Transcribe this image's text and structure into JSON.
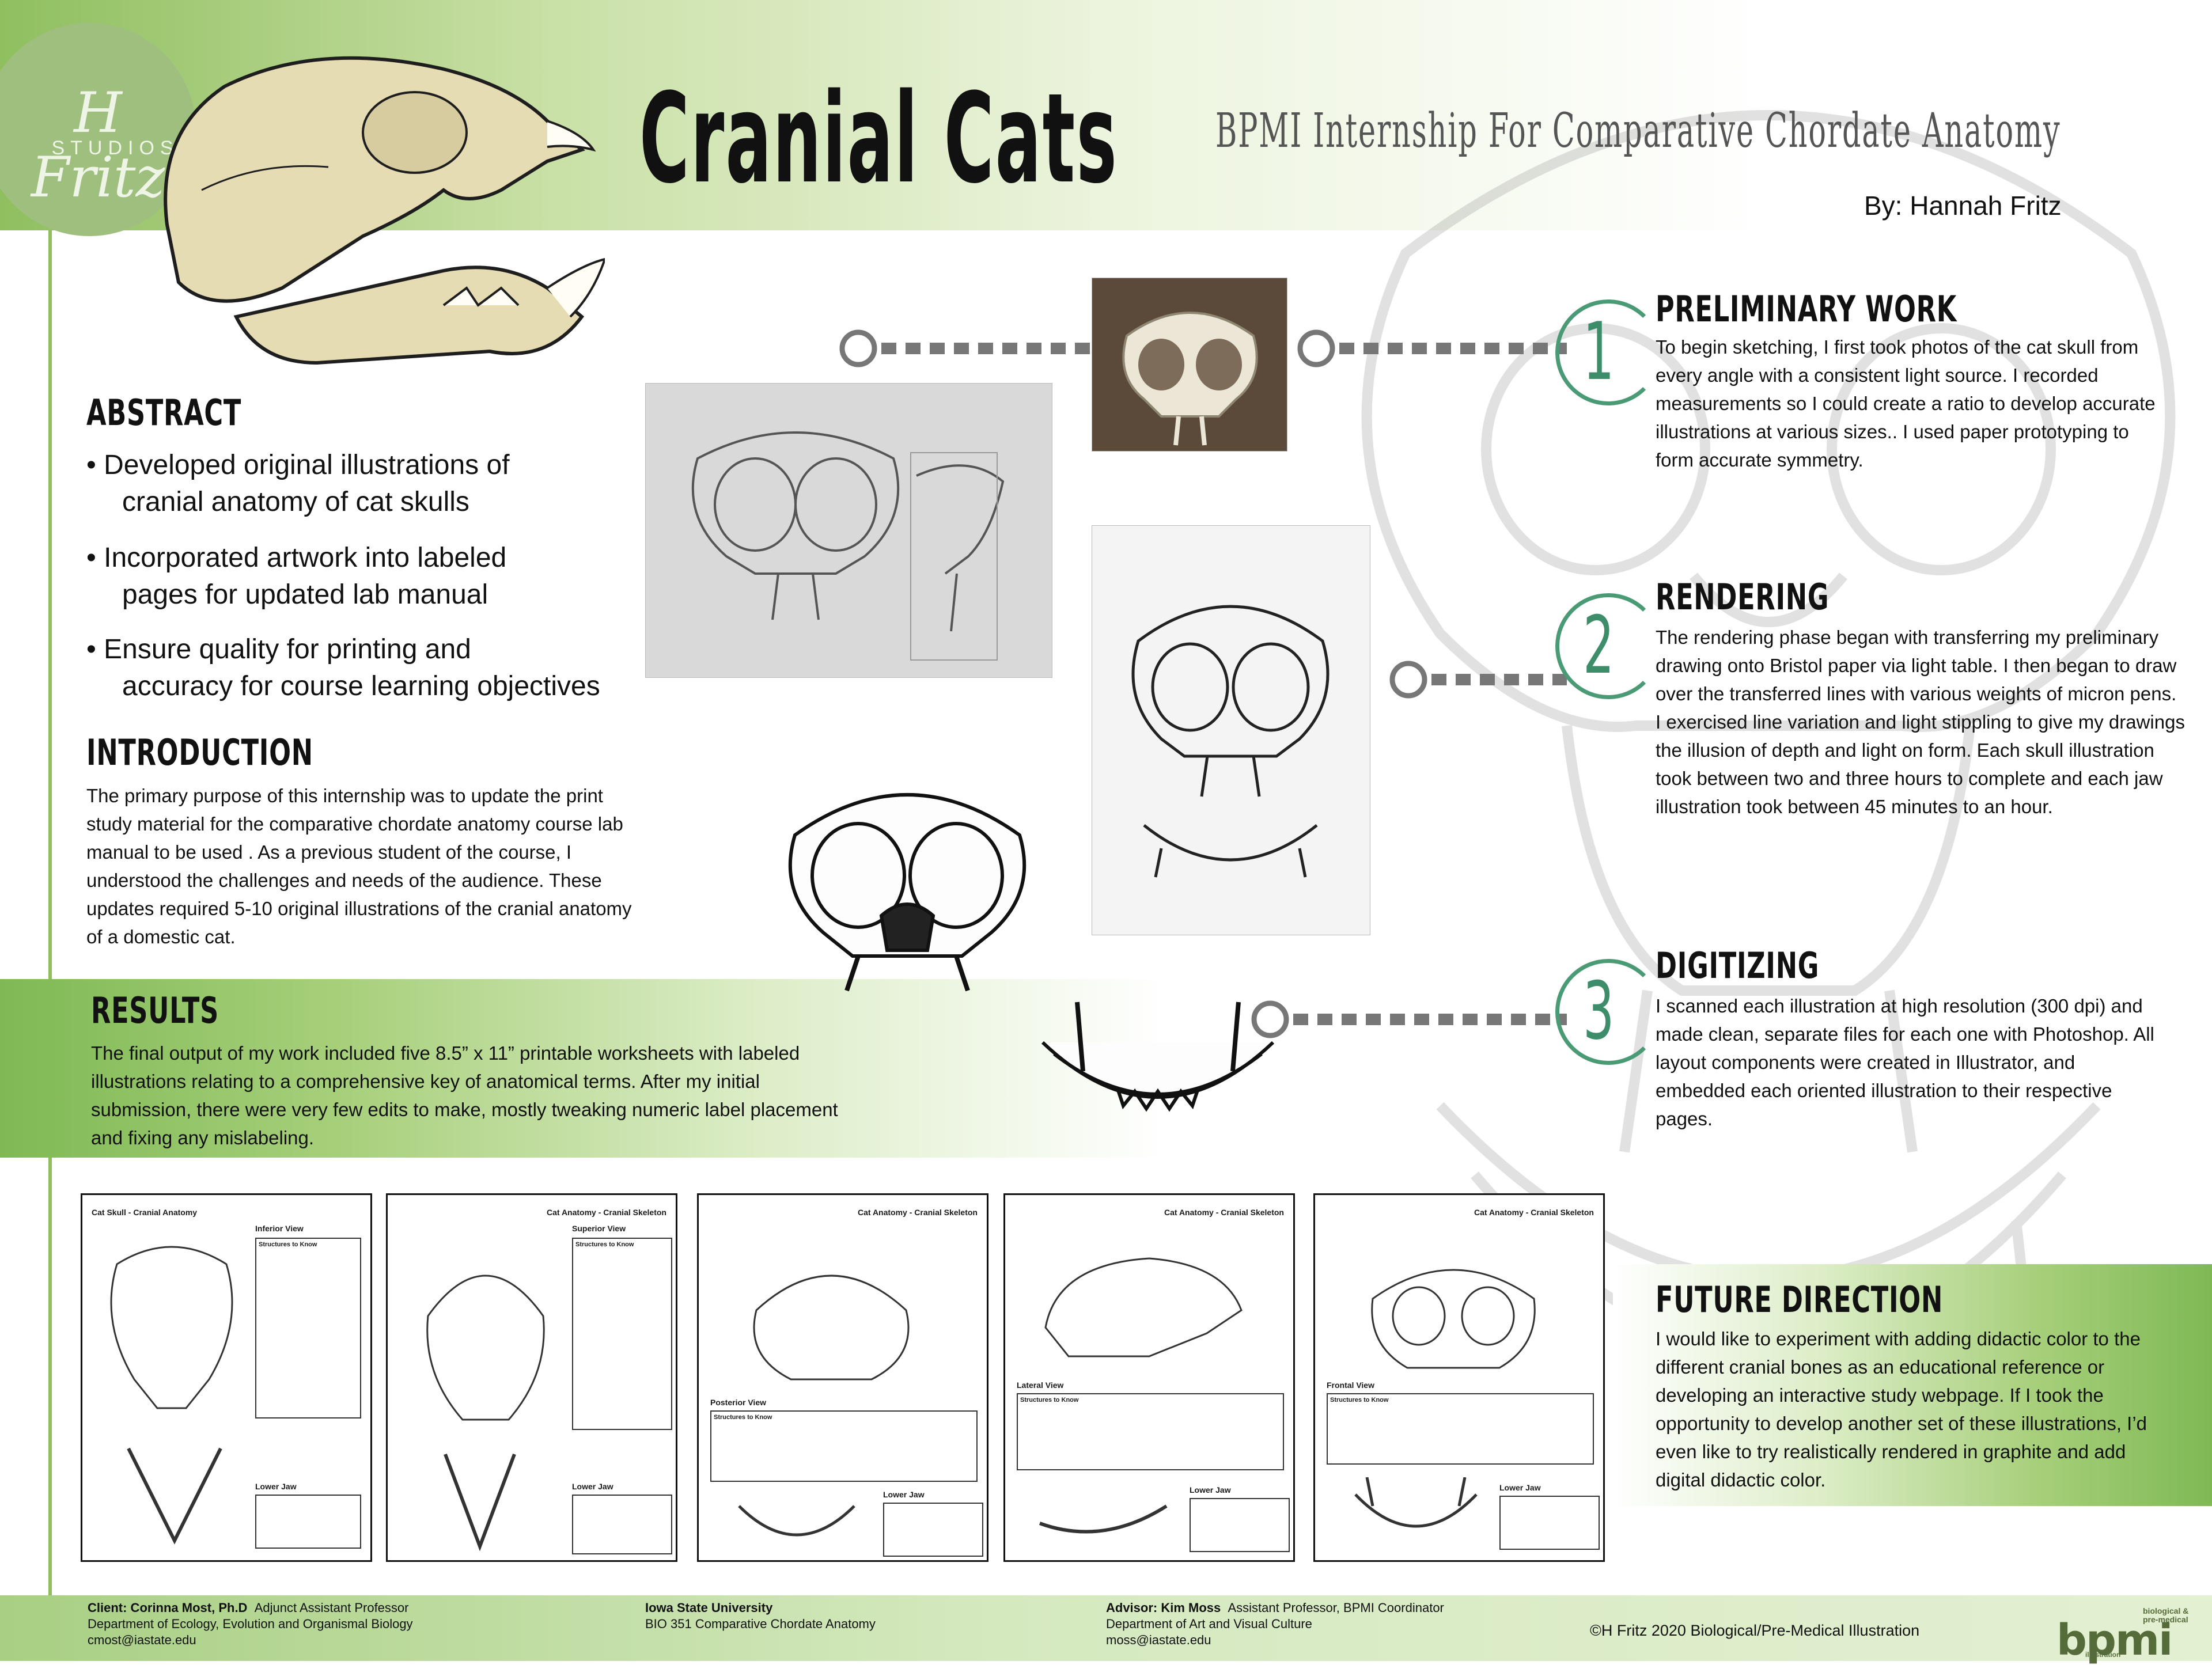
{
  "header": {
    "logo_script": "H Fritz",
    "logo_sub": "STUDIOS",
    "title": "Cranial Cats",
    "subtitle": "BPMI Internship For  Comparative Chordate Anatomy",
    "byline": "By: Hannah Fritz"
  },
  "abstract": {
    "heading": "ABSTRACT",
    "bullets": [
      {
        "line1": "• Developed original illustrations of",
        "line2": "cranial anatomy of cat skulls"
      },
      {
        "line1": "• Incorporated artwork into labeled",
        "line2": "pages for updated lab manual"
      },
      {
        "line1": "• Ensure quality for printing and",
        "line2": "accuracy for course learning objectives"
      }
    ]
  },
  "introduction": {
    "heading": "INTRODUCTION",
    "text": "The primary purpose of this internship was to update the print study material for the comparative chordate anatomy course lab manual to be used . As a previous student of the course, I understood the challenges and needs of the audience. These updates required 5-10 original illustrations of the cranial anatomy of a domestic cat."
  },
  "results": {
    "heading": "RESULTS",
    "text": "The final output of my work included five 8.5” x 11” printable worksheets with labeled illustrations relating to a comprehensive key of anatomical terms. After my initial submission, there were very few edits to make, mostly tweaking numeric label placement and fixing any mislabeling."
  },
  "steps": [
    {
      "number": "1",
      "heading": "PRELIMINARY WORK",
      "text": "To begin sketching, I first took photos of the cat skull from every angle with a consistent light source. I recorded measurements so I could create a ratio to develop accurate illustrations at various sizes.. I used paper prototyping to form accurate symmetry."
    },
    {
      "number": "2",
      "heading": "RENDERING",
      "text": "The rendering phase began with transferring my preliminary drawing onto Bristol paper via light table. I then began to draw over the transferred lines with various weights of micron pens. I exercised line variation and light stippling to give my drawings the illusion of depth and light on form. Each skull illustration took between two and three hours to complete and each jaw illustration took between 45 minutes to an hour."
    },
    {
      "number": "3",
      "heading": "DIGITIZING",
      "text": "I scanned each illustration at high resolution (300 dpi) and made clean, separate files for each one with Photoshop. All layout components were created in Illustrator, and embedded each oriented illustration to their respective pages."
    }
  ],
  "future": {
    "heading": "FUTURE DIRECTION",
    "text": "I would like to experiment with adding didactic color to the different cranial bones as an educational reference or developing an interactive study webpage. If I took the opportunity to develop another set of these illustrations, I’d even like to try realistically rendered in graphite and add digital didactic color."
  },
  "worksheets": [
    {
      "title": "Cat Skull - Cranial Anatomy",
      "view": "Inferior View",
      "key": "Structures to Know",
      "jaw": "Lower Jaw"
    },
    {
      "title": "Cat Anatomy - Cranial Skeleton",
      "view": "Superior View",
      "key": "Structures to Know",
      "jaw": "Lower Jaw"
    },
    {
      "title": "Cat Anatomy - Cranial Skeleton",
      "view": "Posterior View",
      "key": "Structures to Know",
      "jaw": "Lower Jaw"
    },
    {
      "title": "Cat Anatomy - Cranial Skeleton",
      "view": "Lateral View",
      "key": "Structures to Know",
      "jaw": "Lower Jaw"
    },
    {
      "title": "Cat Anatomy - Cranial Skeleton",
      "view": "Frontal View",
      "key": "Structures to Know",
      "jaw": "Lower Jaw"
    }
  ],
  "footer": {
    "client_label": "Client: Corinna Most, Ph.D",
    "client_role": "Adjunct Assistant Professor",
    "client_dept": "Department of Ecology, Evolution and Organismal Biology",
    "client_email": "cmost@iastate.edu",
    "univ": "Iowa State University",
    "course": "BIO 351  Comparative Chordate Anatomy",
    "advisor_label": "Advisor: Kim Moss",
    "advisor_role": "Assistant Professor, BPMI Coordinator",
    "advisor_dept": "Department of Art and Visual Culture",
    "advisor_email": "moss@iastate.edu",
    "copyright": "©H Fritz 2020  Biological/Pre-Medical Illustration",
    "logo_main": "bpmi",
    "logo_top": "biological & pre-medical",
    "logo_bottom": "illustration"
  },
  "colors": {
    "accent_green": "#8fbe5b",
    "number_green": "#3d8c6a"
  }
}
